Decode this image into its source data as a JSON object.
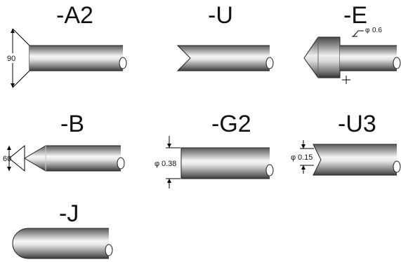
{
  "tips": [
    {
      "id": "A2",
      "label": "-A2",
      "dimension": "90"
    },
    {
      "id": "U",
      "label": "-U"
    },
    {
      "id": "E",
      "label": "-E",
      "dimension": "0.6"
    },
    {
      "id": "B",
      "label": "-B",
      "dimension": "60"
    },
    {
      "id": "G2",
      "label": "-G2",
      "dimension": "0.38"
    },
    {
      "id": "U3",
      "label": "-U3",
      "dimension": "0.15"
    },
    {
      "id": "J",
      "label": "-J"
    }
  ],
  "symbols": {
    "diameter": "φ"
  },
  "colors": {
    "steel_light": "#f4f4f4",
    "steel_mid": "#b9b9b9",
    "steel_dark": "#555555",
    "line": "#000000"
  }
}
